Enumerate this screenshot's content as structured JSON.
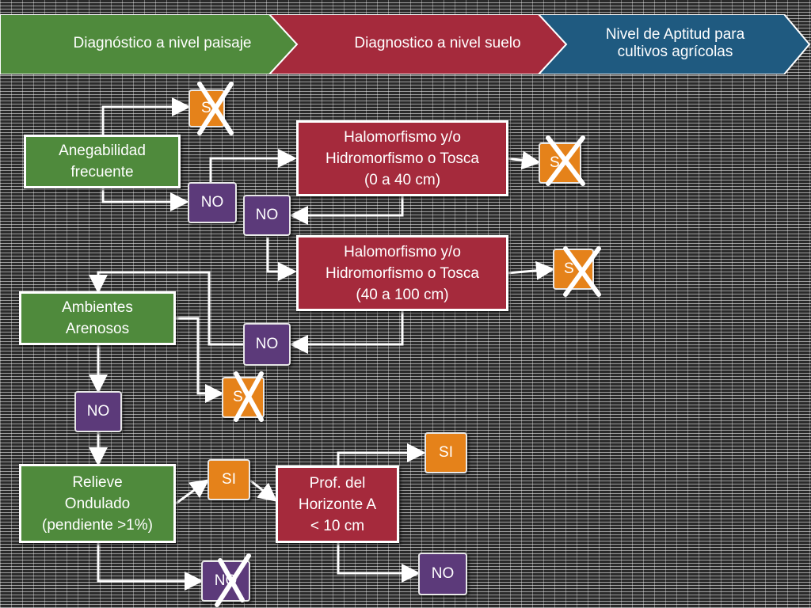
{
  "banner": {
    "step1": "Diagnóstico a nivel paisaje",
    "step2": "Diagnostico a nivel suelo",
    "step3": "Nivel de Aptitud para\ncultivos agrícolas",
    "colors": {
      "step1": "#4f8a3c",
      "step2": "#a52a3c",
      "step3": "#1f5a80"
    }
  },
  "nodes": {
    "anegabilidad": "Anegabilidad\nfrecuente",
    "halo_0_40": "Halomorfismo y/o\nHidromorfismo o Tosca\n(0 a 40 cm)",
    "halo_40_100": "Halomorfismo y/o\nHidromorfismo o Tosca\n(40 a 100 cm)",
    "ambientes": "Ambientes\nArenosos",
    "relieve": "Relieve\nOndulado\n(pendiente >1%)",
    "prof_horizonte": "Prof. del\nHorizonte  A\n< 10 cm"
  },
  "badges": {
    "si": "SI",
    "no": "NO",
    "si_partial": "S"
  },
  "colors": {
    "green": "#4f8a3c",
    "red": "#a52a3c",
    "purple": "#5c3a7a",
    "orange": "#e5821a"
  }
}
